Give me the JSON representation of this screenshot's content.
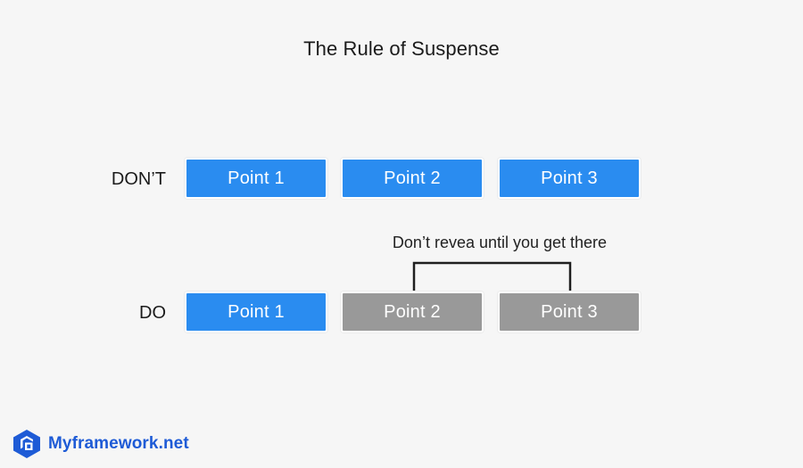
{
  "title": "The Rule of Suspense",
  "rows": {
    "dont": {
      "label": "DON’T",
      "boxes": [
        {
          "label": "Point 1",
          "state": "blue"
        },
        {
          "label": "Point 2",
          "state": "blue"
        },
        {
          "label": "Point 3",
          "state": "blue"
        }
      ]
    },
    "do": {
      "label": "DO",
      "boxes": [
        {
          "label": "Point 1",
          "state": "blue"
        },
        {
          "label": "Point 2",
          "state": "gray"
        },
        {
          "label": "Point 3",
          "state": "gray"
        }
      ]
    }
  },
  "annotation": "Don’t revea until you get there",
  "brand": {
    "name": "Myframework.net",
    "logo_icon": "myframework-logo-icon"
  },
  "colors": {
    "background": "#f6f6f6",
    "revealed": "#2a8cf0",
    "hidden": "#999999",
    "brand": "#1e5bd6"
  }
}
